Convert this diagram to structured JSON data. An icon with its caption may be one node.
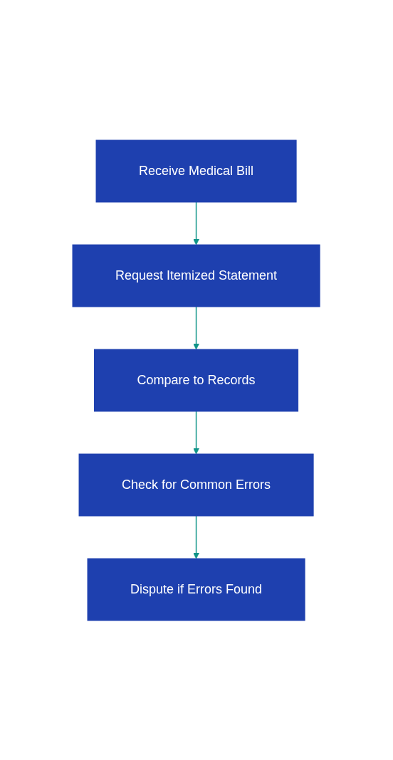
{
  "diagram": {
    "nodes": [
      {
        "text": [
          "Receive Medical Bill"
        ]
      },
      {
        "text": [
          "Request Itemized Statement"
        ]
      },
      {
        "text": [
          "Compare to Records"
        ]
      },
      {
        "text": [
          "Check for Common Errors"
        ]
      },
      {
        "text": [
          "Dispute if Errors Found"
        ]
      }
    ],
    "edges": [
      {
        "from": 0,
        "to": 1,
        "arrow": "to"
      },
      {
        "from": 1,
        "to": 2,
        "arrow": "to"
      },
      {
        "from": 2,
        "to": 3,
        "arrow": "to"
      },
      {
        "from": 3,
        "to": 4,
        "arrow": "to"
      }
    ]
  }
}
